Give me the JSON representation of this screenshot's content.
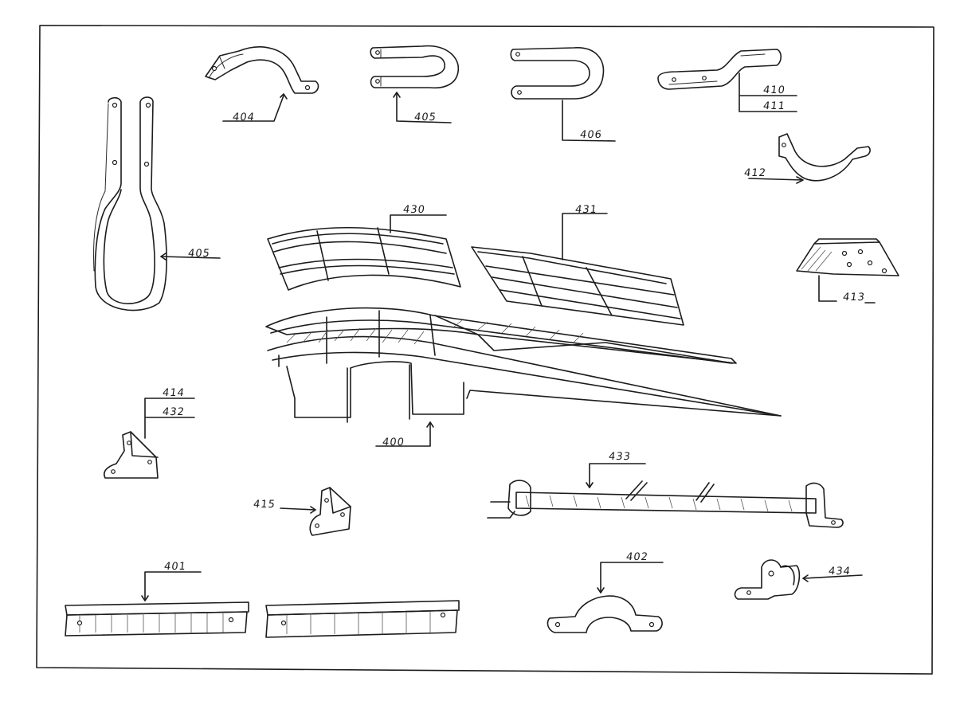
{
  "parts": {
    "p404": "404",
    "p405a": "405",
    "p405b": "405",
    "p406": "406",
    "p410": "410",
    "p411": "411",
    "p412": "412",
    "p413": "413",
    "p430": "430",
    "p431": "431",
    "p400": "400",
    "p414": "414",
    "p432": "432",
    "p415": "415",
    "p433": "433",
    "p401": "401",
    "p402": "402",
    "p434": "434"
  }
}
